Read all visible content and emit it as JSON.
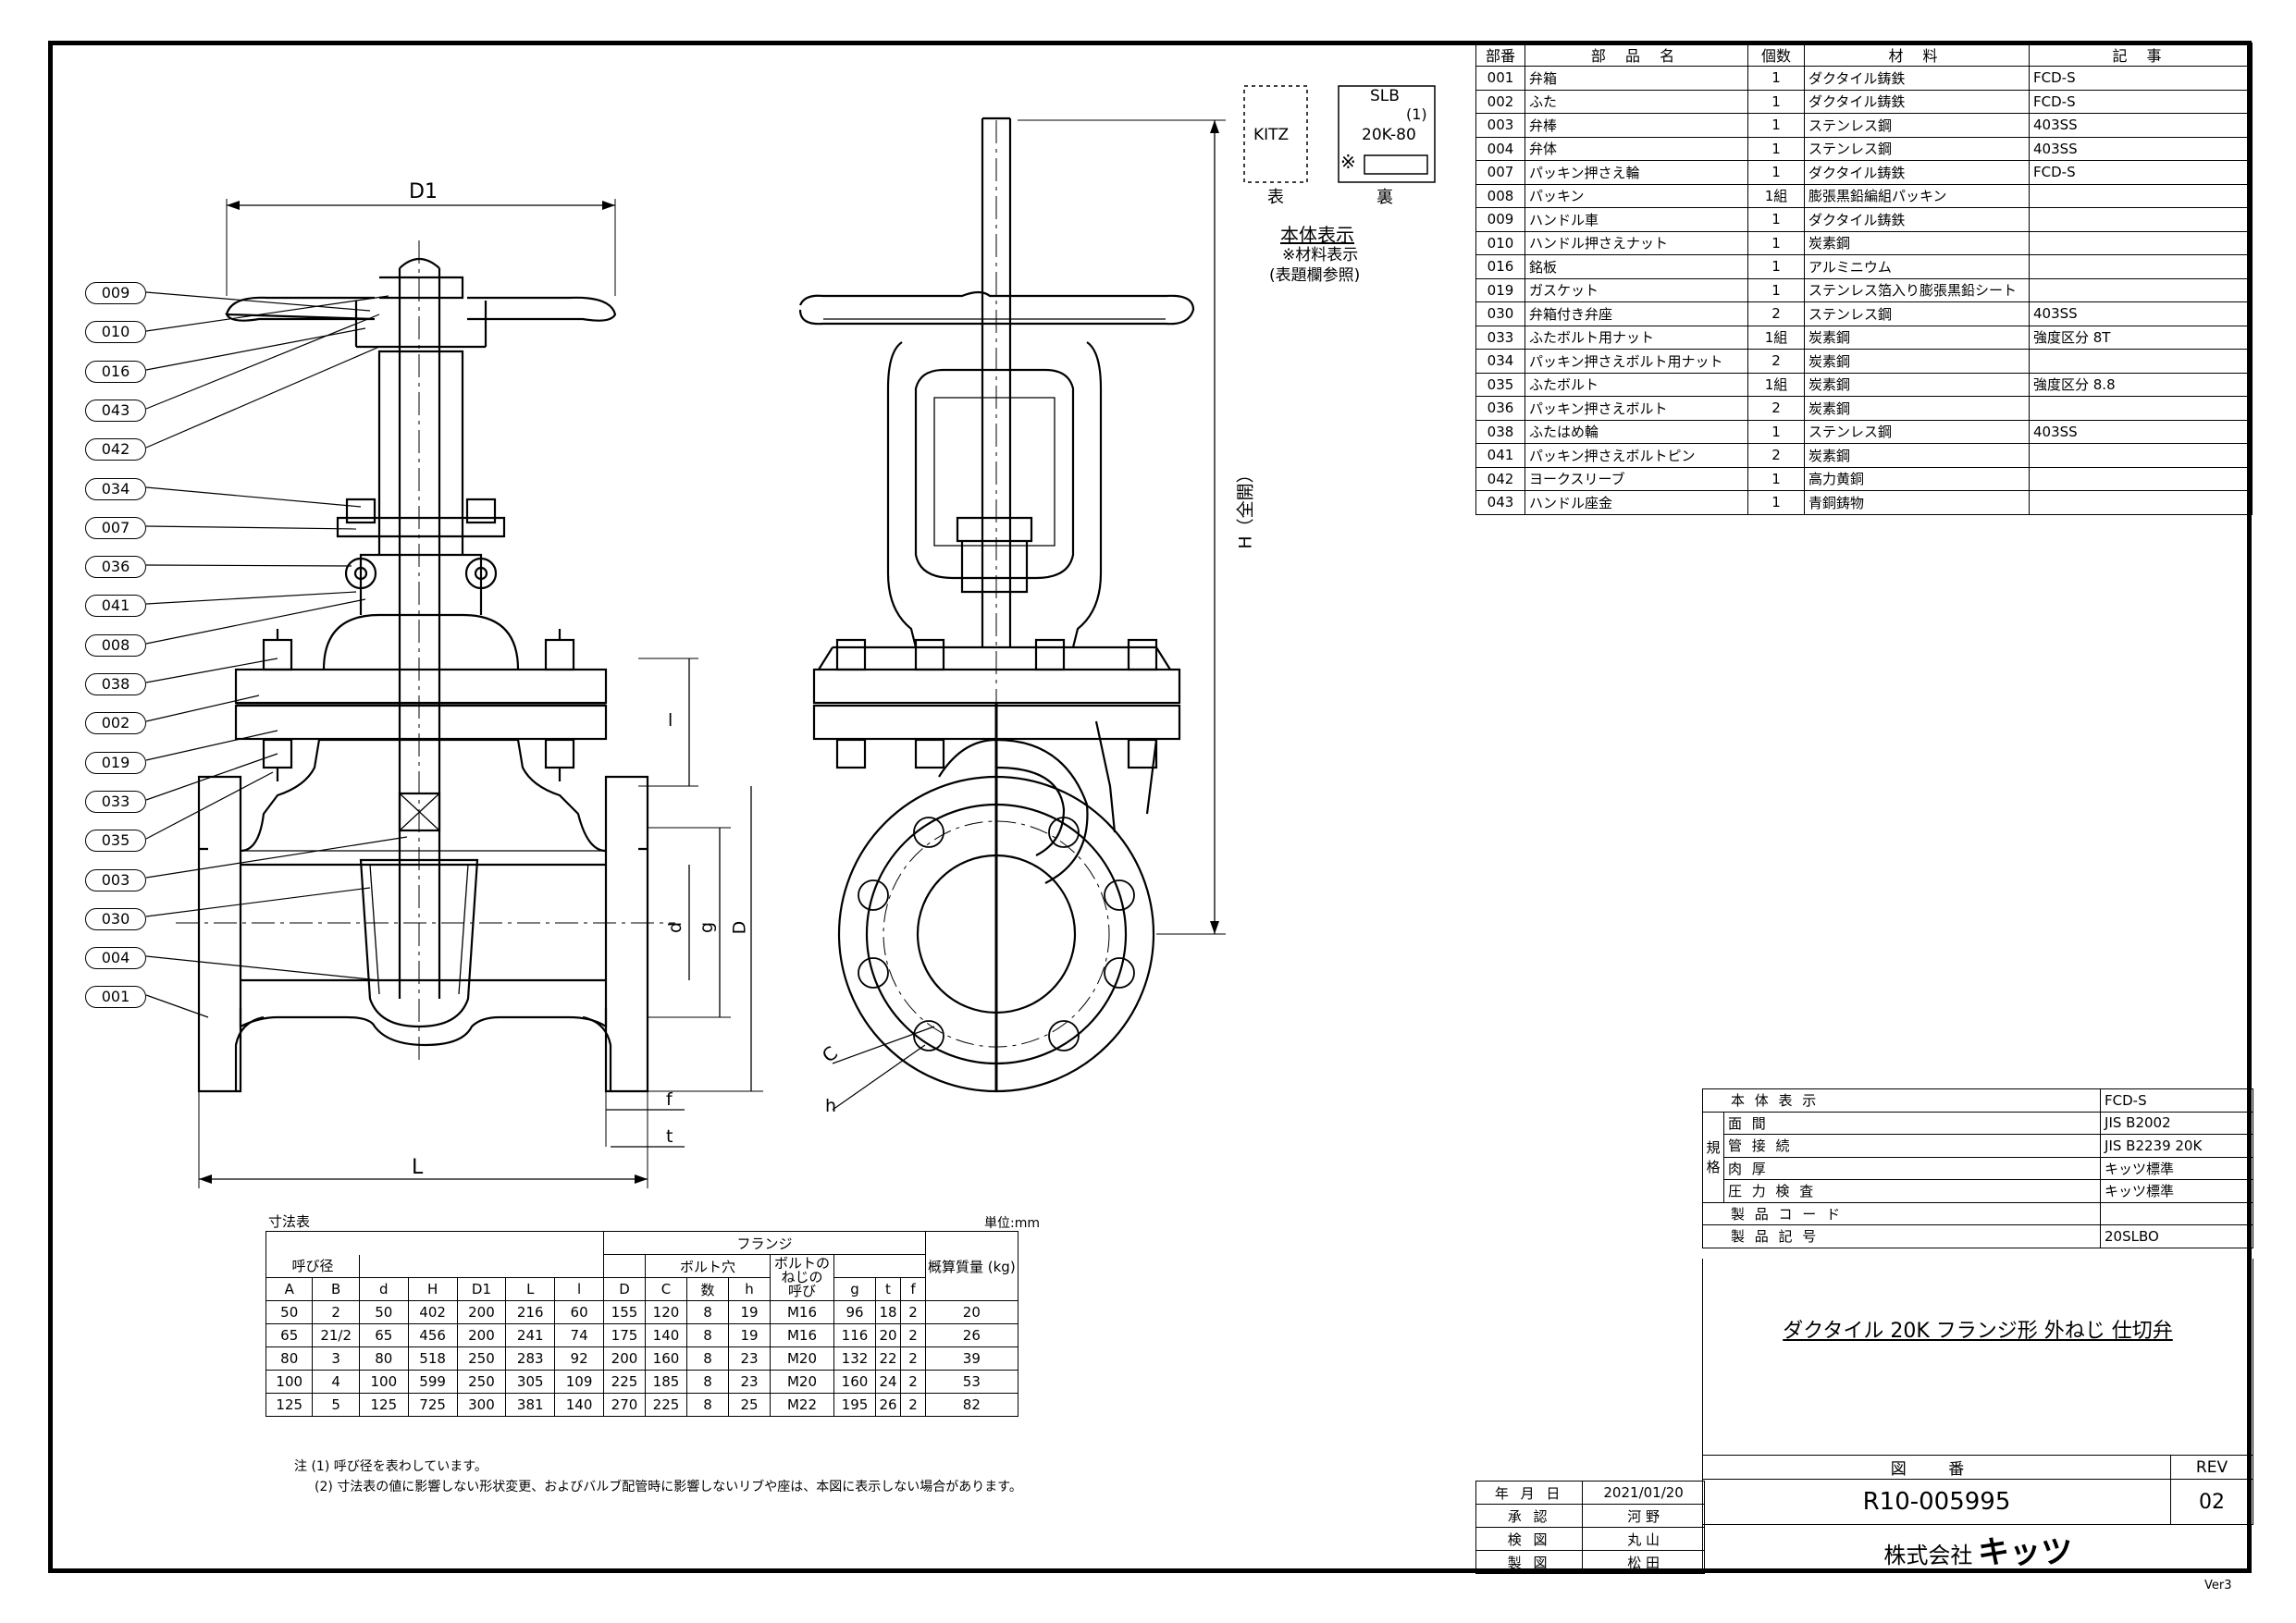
{
  "parts_table": {
    "headers": [
      "部番",
      "部 品 名",
      "個数",
      "材 料",
      "記 事"
    ],
    "rows": [
      [
        "001",
        "弁箱",
        "1",
        "ダクタイル鋳鉄",
        "FCD-S"
      ],
      [
        "002",
        "ふた",
        "1",
        "ダクタイル鋳鉄",
        "FCD-S"
      ],
      [
        "003",
        "弁棒",
        "1",
        "ステンレス鋼",
        "403SS"
      ],
      [
        "004",
        "弁体",
        "1",
        "ステンレス鋼",
        "403SS"
      ],
      [
        "007",
        "パッキン押さえ輪",
        "1",
        "ダクタイル鋳鉄",
        "FCD-S"
      ],
      [
        "008",
        "パッキン",
        "1組",
        "膨張黒鉛編組パッキン",
        ""
      ],
      [
        "009",
        "ハンドル車",
        "1",
        "ダクタイル鋳鉄",
        ""
      ],
      [
        "010",
        "ハンドル押さえナット",
        "1",
        "炭素鋼",
        ""
      ],
      [
        "016",
        "銘板",
        "1",
        "アルミニウム",
        ""
      ],
      [
        "019",
        "ガスケット",
        "1",
        "ステンレス箔入り膨張黒鉛シート",
        ""
      ],
      [
        "030",
        "弁箱付き弁座",
        "2",
        "ステンレス鋼",
        "403SS"
      ],
      [
        "033",
        "ふたボルト用ナット",
        "1組",
        "炭素鋼",
        "強度区分 8T"
      ],
      [
        "034",
        "パッキン押さえボルト用ナット",
        "2",
        "炭素鋼",
        ""
      ],
      [
        "035",
        "ふたボルト",
        "1組",
        "炭素鋼",
        "強度区分 8.8"
      ],
      [
        "036",
        "パッキン押さえボルト",
        "2",
        "炭素鋼",
        ""
      ],
      [
        "038",
        "ふたはめ輪",
        "1",
        "ステンレス鋼",
        "403SS"
      ],
      [
        "041",
        "パッキン押さえボルトピン",
        "2",
        "炭素鋼",
        ""
      ],
      [
        "042",
        "ヨークスリーブ",
        "1",
        "高力黄銅",
        ""
      ],
      [
        "043",
        "ハンドル座金",
        "1",
        "青銅鋳物",
        ""
      ]
    ]
  },
  "marking": {
    "front_text": "KITZ",
    "back_line1": "SLB",
    "back_line2": "(1)",
    "back_line3": "20K-80",
    "back_mark": "※",
    "front_caption": "表",
    "back_caption": "裏",
    "title": "本体表示",
    "note1": "※材料表示",
    "note2": "(表題欄参照)"
  },
  "callouts": [
    "009",
    "010",
    "016",
    "043",
    "042",
    "034",
    "007",
    "036",
    "041",
    "008",
    "038",
    "002",
    "019",
    "033",
    "035",
    "003",
    "030",
    "004",
    "001"
  ],
  "dim_labels": {
    "D1": "D1",
    "H": "H（全開）",
    "l": "l",
    "d": "d",
    "g": "g",
    "D": "D",
    "f": "f",
    "t": "t",
    "L": "L",
    "C": "C",
    "h": "h"
  },
  "dims_table": {
    "caption": "寸法表",
    "unit": "単位:mm",
    "group_flange": "フランジ",
    "group_bolt": "ボルト穴",
    "nominal": "呼び径",
    "bolt_thread": "ボルトの ねじの 呼び",
    "mass": "概算質量 (kg)",
    "cols": [
      "A",
      "B",
      "d",
      "H",
      "D1",
      "L",
      "l",
      "D",
      "C",
      "数",
      "h",
      "",
      "g",
      "t",
      "f"
    ],
    "rows": [
      [
        "50",
        "2",
        "50",
        "402",
        "200",
        "216",
        "60",
        "155",
        "120",
        "8",
        "19",
        "M16",
        "96",
        "18",
        "2",
        "20"
      ],
      [
        "65",
        "21/2",
        "65",
        "456",
        "200",
        "241",
        "74",
        "175",
        "140",
        "8",
        "19",
        "M16",
        "116",
        "20",
        "2",
        "26"
      ],
      [
        "80",
        "3",
        "80",
        "518",
        "250",
        "283",
        "92",
        "200",
        "160",
        "8",
        "23",
        "M20",
        "132",
        "22",
        "2",
        "39"
      ],
      [
        "100",
        "4",
        "100",
        "599",
        "250",
        "305",
        "109",
        "225",
        "185",
        "8",
        "23",
        "M20",
        "160",
        "24",
        "2",
        "53"
      ],
      [
        "125",
        "5",
        "125",
        "725",
        "300",
        "381",
        "140",
        "270",
        "225",
        "8",
        "25",
        "M22",
        "195",
        "26",
        "2",
        "82"
      ]
    ],
    "note1": "注 (1) 呼び径を表わしています。",
    "note2": "(2) 寸法表の値に影響しない形状変更、およびバルブ配管時に影響しないリブや座は、本図に表示しない場合があります。"
  },
  "spec_table": {
    "body_label": "本 体 表 示",
    "body_value": "FCD-S",
    "std_label": "規格",
    "rows": [
      [
        "面 間",
        "JIS B2002"
      ],
      [
        "管 接 続",
        "JIS B2239 20K"
      ],
      [
        "肉 厚",
        "キッツ標準"
      ],
      [
        "圧 力 検 査",
        "キッツ標準"
      ]
    ],
    "code_label": "製 品 コ ー ド",
    "code_value": "",
    "symbol_label": "製 品 記 号",
    "symbol_value": "20SLBO"
  },
  "title": "ダクタイル 20K フランジ形 外ねじ 仕切弁",
  "drawing": {
    "no_label": "図 番",
    "rev_label": "REV",
    "number": "R10-005995",
    "rev": "02",
    "company": "株式会社",
    "brand": "キッツ"
  },
  "approval": {
    "rows": [
      [
        "年 月 日",
        "2021/01/20"
      ],
      [
        "承 認",
        "河 野"
      ],
      [
        "検 図",
        "丸 山"
      ],
      [
        "製 図",
        "松 田"
      ]
    ]
  },
  "version": "Ver3"
}
